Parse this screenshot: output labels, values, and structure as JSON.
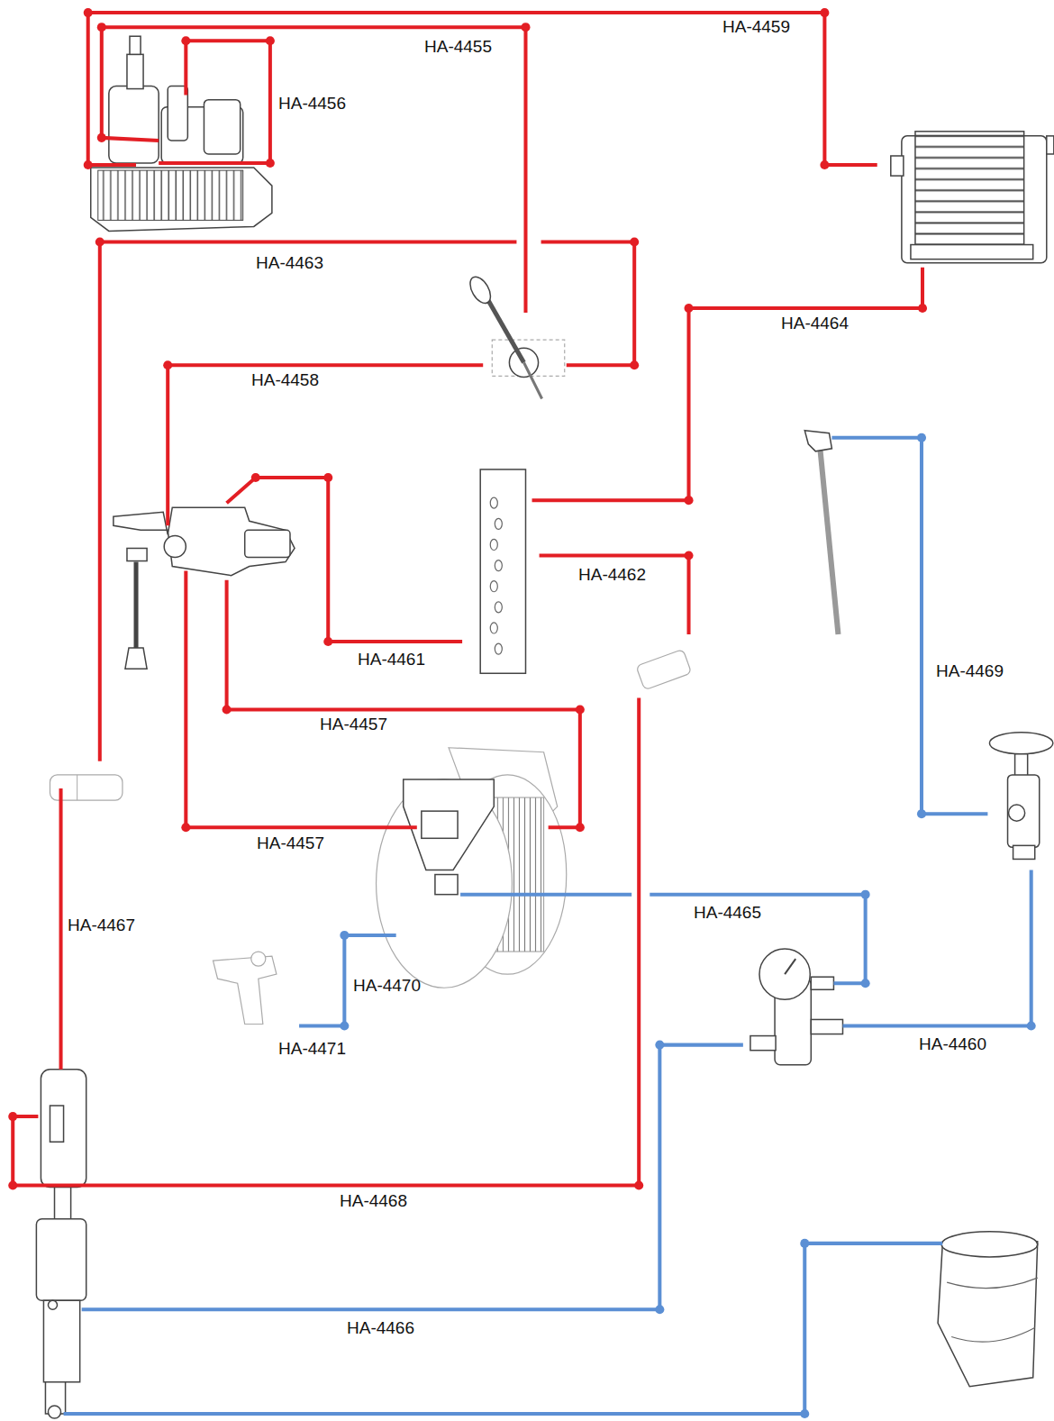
{
  "diagram": {
    "labels": [
      "HA-4459",
      "HA-4455",
      "HA-4456",
      "HA-4463",
      "HA-4464",
      "HA-4458",
      "HA-4461",
      "HA-4462",
      "HA-4469",
      "HA-4457",
      "HA-4457",
      "HA-4465",
      "HA-4467",
      "HA-4470",
      "HA-4471",
      "HA-4460",
      "HA-4468",
      "HA-4466"
    ]
  }
}
